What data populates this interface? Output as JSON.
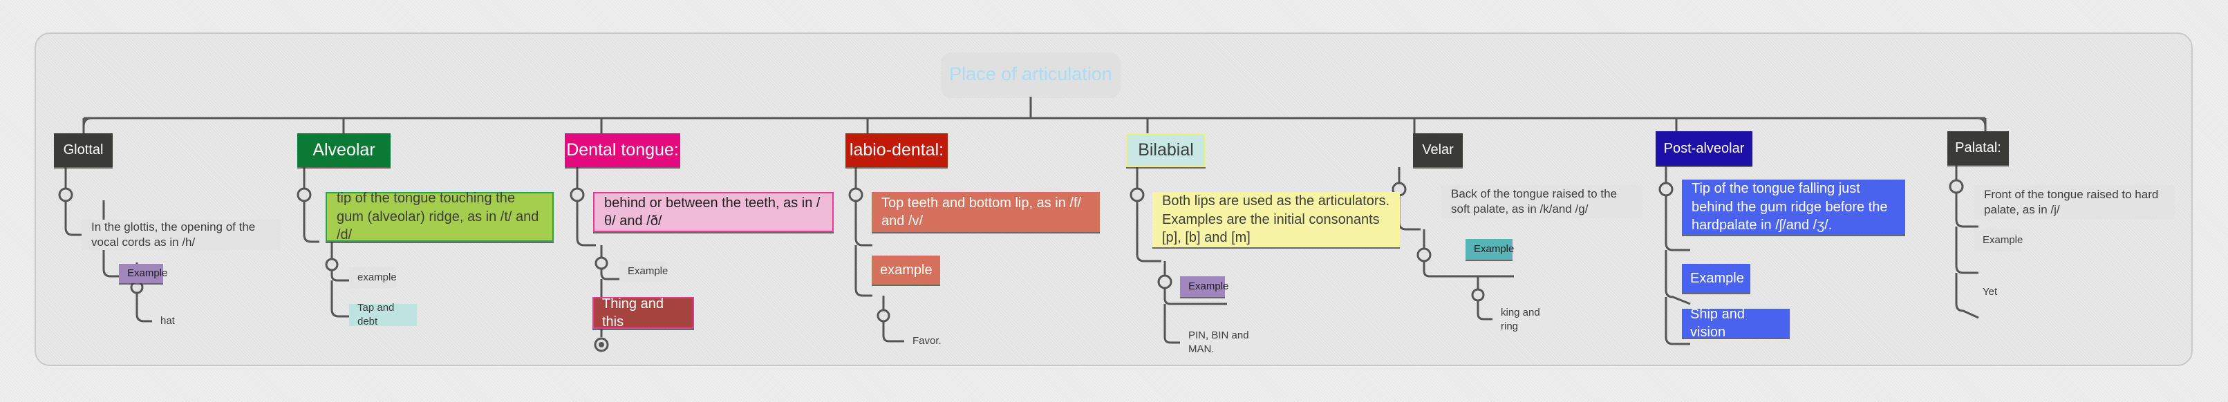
{
  "diagram": {
    "title": "Place of articulation",
    "root": {
      "label": "Place of articulation",
      "text_color": "#a9dcf5",
      "fill": "#e0e0e0"
    },
    "canvas": {
      "background": "#e3e3e3",
      "border_color": "#c9c9c9",
      "connector_color": "#555555"
    },
    "branches": [
      {
        "id": "glottal",
        "header": {
          "label": "Glottal",
          "fill": "#3a3a36",
          "text_color": "#ffffff"
        },
        "description": {
          "label": "In the glottis, the opening of the vocal cords as in /h/",
          "fill": "#e3e3e3",
          "text_color": "#3d3d3d"
        },
        "example_node": {
          "label": "Example",
          "fill": "#a186bd",
          "text_color": "#1f1f1f"
        },
        "example_value": {
          "label": "hat",
          "fill": "#e6e6e6",
          "text_color": "#3d3d3d"
        }
      },
      {
        "id": "alveolar",
        "header": {
          "label": "Alveolar",
          "fill": "#0b7a35",
          "text_color": "#ffffff"
        },
        "description": {
          "label": "tip of the tongue touching the gum (alveolar) ridge, as in /t/ and /d/",
          "fill": "#a6ce4e",
          "text_color": "#3d3d3d",
          "border_color": "#29a745"
        },
        "example_node": {
          "label": "example",
          "fill": "#e3e3e3",
          "text_color": "#3d3d3d"
        },
        "example_value": {
          "label": "Tap and debt",
          "fill": "#bee3e0",
          "text_color": "#3d3d3d"
        }
      },
      {
        "id": "dental-tongue",
        "header": {
          "label": "Dental tongue:",
          "fill": "#e40a7e",
          "text_color": "#ffffff"
        },
        "description": {
          "label": "behind or between the teeth, as in /θ/ and /ð/",
          "fill": "#efbbd9",
          "text_color": "#1f1f1f",
          "border_color": "#e8399b"
        },
        "example_node": {
          "label": "Example",
          "fill": "#e3e3e3",
          "text_color": "#3d3d3d"
        },
        "example_value": {
          "label": "Thing and this",
          "fill": "#a8443f",
          "text_color": "#ffffff",
          "border_color": "#e8399b"
        },
        "collapsed_handle": true
      },
      {
        "id": "labio-dental",
        "header": {
          "label": "labio-dental:",
          "fill": "#c21a09",
          "text_color": "#ffffff"
        },
        "description": {
          "label": "Top teeth and bottom lip, as in /f/ and /v/",
          "fill": "#d4705c",
          "text_color": "#ffffff"
        },
        "example_node": {
          "label": "example",
          "fill": "#d4705c",
          "text_color": "#ffffff"
        },
        "example_value": {
          "label": "Favor.",
          "fill": "#e6e6e6",
          "text_color": "#3d3d3d"
        }
      },
      {
        "id": "bilabial",
        "header": {
          "label": "Bilabial",
          "fill": "#c9e8e5",
          "text_color": "#3d3d3d",
          "border_color": "#f2f07a"
        },
        "description": {
          "label": "Both lips are used as the articulators. Examples are the initial consonants [p], [b] and [m]",
          "fill": "#f7f5a5",
          "text_color": "#3d3d3d"
        },
        "example_node": {
          "label": "Example",
          "fill": "#a186bd",
          "text_color": "#1f1f1f"
        },
        "example_value": {
          "label": "PIN, BIN and MAN.",
          "fill": "#e6e6e6",
          "text_color": "#3d3d3d"
        }
      },
      {
        "id": "velar",
        "header": {
          "label": "Velar",
          "fill": "#3a3a36",
          "text_color": "#ffffff"
        },
        "description": {
          "label": "Back of the tongue raised to the soft palate, as in /k/and /g/",
          "fill": "#e3e3e3",
          "text_color": "#3d3d3d"
        },
        "example_node": {
          "label": "Example",
          "fill": "#59b4b8",
          "text_color": "#1f1f1f"
        },
        "example_value": {
          "label": "king and ring",
          "fill": "#e6e6e6",
          "text_color": "#3d3d3d"
        }
      },
      {
        "id": "post-alveolar",
        "header": {
          "label": "Post-alveolar",
          "fill": "#1d10a8",
          "text_color": "#ffffff"
        },
        "description": {
          "label": "Tip of the tongue falling just behind the gum ridge before the hardpalate in /ʃ/and /ʒ/.",
          "fill": "#4a63ef",
          "text_color": "#ffffff"
        },
        "example_node": {
          "label": "Example",
          "fill": "#4a63ef",
          "text_color": "#ffffff"
        },
        "example_value": {
          "label": "Ship and vision",
          "fill": "#4a63ef",
          "text_color": "#ffffff"
        }
      },
      {
        "id": "palatal",
        "header": {
          "label": "Palatal:",
          "fill": "#3a3a36",
          "text_color": "#ffffff"
        },
        "description": {
          "label": "Front of the tongue raised to hard palate, as in /j/",
          "fill": "#e3e3e3",
          "text_color": "#3d3d3d"
        },
        "example_node": {
          "label": "Example",
          "fill": "#e3e3e3",
          "text_color": "#3d3d3d"
        },
        "example_value": {
          "label": "Yet",
          "fill": "#e6e6e6",
          "text_color": "#3d3d3d"
        }
      }
    ]
  }
}
